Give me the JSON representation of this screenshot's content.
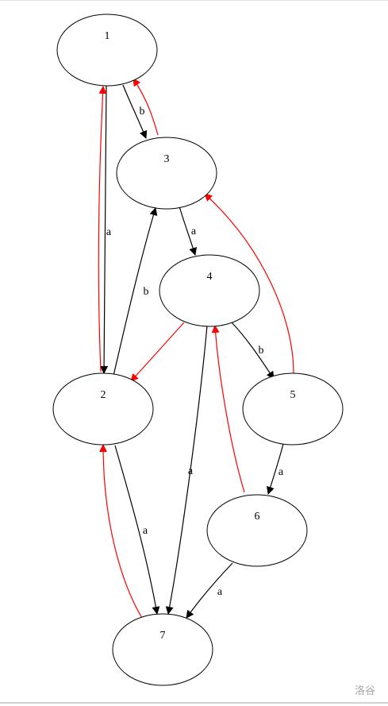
{
  "graph": {
    "nodes": [
      {
        "id": "1",
        "label": "1"
      },
      {
        "id": "3",
        "label": "3"
      },
      {
        "id": "4",
        "label": "4"
      },
      {
        "id": "2",
        "label": "2"
      },
      {
        "id": "5",
        "label": "5"
      },
      {
        "id": "6",
        "label": "6"
      },
      {
        "id": "7",
        "label": "7"
      }
    ],
    "edges": [
      {
        "from": "1",
        "to": "3",
        "label": "b",
        "color": "#000000"
      },
      {
        "from": "3",
        "to": "1",
        "label": "",
        "color": "#ff0000"
      },
      {
        "from": "1",
        "to": "2",
        "label": "a",
        "color": "#000000"
      },
      {
        "from": "2",
        "to": "1",
        "label": "",
        "color": "#ff0000"
      },
      {
        "from": "3",
        "to": "4",
        "label": "a",
        "color": "#000000"
      },
      {
        "from": "2",
        "to": "3",
        "label": "b",
        "color": "#000000"
      },
      {
        "from": "4",
        "to": "2",
        "label": "",
        "color": "#ff0000"
      },
      {
        "from": "4",
        "to": "5",
        "label": "b",
        "color": "#000000"
      },
      {
        "from": "5",
        "to": "3",
        "label": "",
        "color": "#ff0000"
      },
      {
        "from": "4",
        "to": "7",
        "label": "a",
        "color": "#000000"
      },
      {
        "from": "5",
        "to": "6",
        "label": "a",
        "color": "#000000"
      },
      {
        "from": "6",
        "to": "4",
        "label": "",
        "color": "#ff0000"
      },
      {
        "from": "2",
        "to": "7",
        "label": "a",
        "color": "#000000"
      },
      {
        "from": "7",
        "to": "2",
        "label": "",
        "color": "#ff0000"
      },
      {
        "from": "6",
        "to": "7",
        "label": "a",
        "color": "#000000"
      }
    ]
  },
  "watermark": "洛谷",
  "colors": {
    "black_edge": "#000000",
    "red_edge": "#ff0000"
  }
}
